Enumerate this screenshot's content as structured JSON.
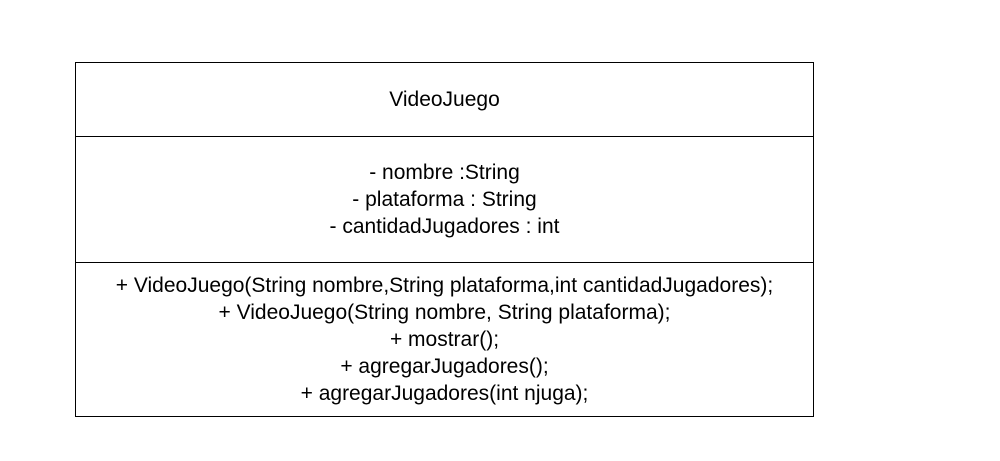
{
  "class_box": {
    "name": "VideoJuego",
    "attributes": [
      "- nombre :String",
      "- plataforma : String",
      "- cantidadJugadores : int"
    ],
    "methods": [
      "+ VideoJuego(String nombre,String plataforma,int cantidadJugadores);",
      "+ VideoJuego(String nombre, String plataforma);",
      "+ mostrar();",
      "+ agregarJugadores();",
      "+ agregarJugadores(int njuga);"
    ]
  }
}
